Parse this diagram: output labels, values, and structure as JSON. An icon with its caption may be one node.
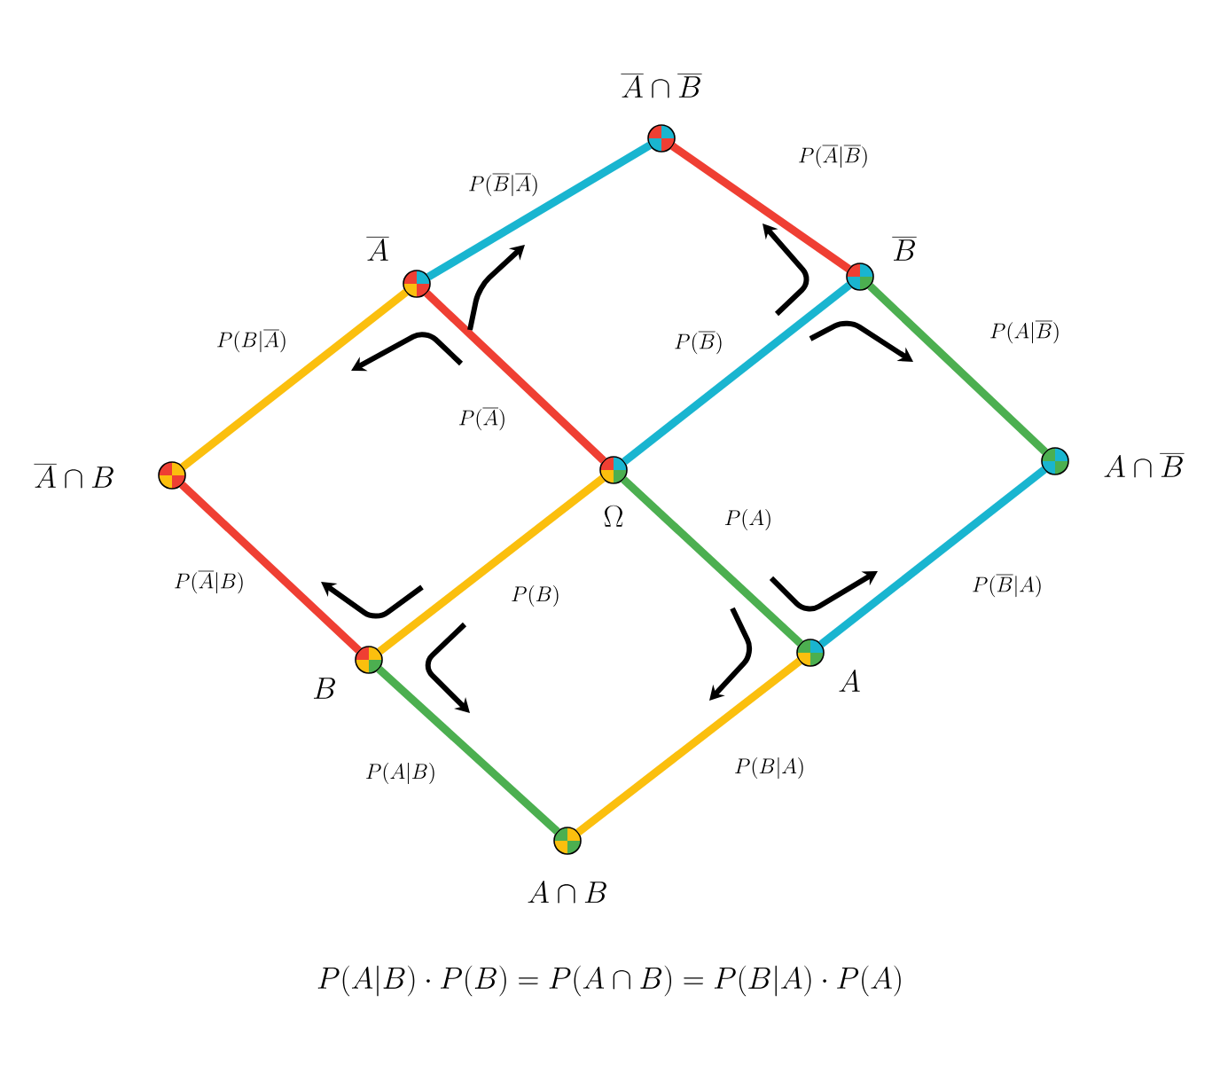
{
  "diagram": {
    "caption": "P(A|B)\\cdot P(B)=P(A\\cap B)=P(B|A)\\cdot P(A)",
    "nodes": [
      {
        "text": [
          "\\overline{A}\\cap\\overline{B}"
        ]
      },
      {
        "text": [
          "\\overline{A}"
        ]
      },
      {
        "text": [
          "\\overline{B}"
        ]
      },
      {
        "text": [
          "\\overline{A}\\cap B"
        ]
      },
      {
        "text": [
          "\\Omega"
        ]
      },
      {
        "text": [
          "A\\cap\\overline{B}"
        ]
      },
      {
        "text": [
          "B"
        ]
      },
      {
        "text": [
          "A"
        ]
      },
      {
        "text": [
          "A\\cap B"
        ]
      }
    ],
    "edges": [
      {
        "from": 0,
        "to": 1,
        "arrow": "none",
        "label": "P(\\overline{B}|\\overline{A})",
        "color": "#19b5d0"
      },
      {
        "from": 0,
        "to": 2,
        "arrow": "none",
        "label": "P(\\overline{A}|\\overline{B})",
        "color": "#ef3f33"
      },
      {
        "from": 1,
        "to": 3,
        "arrow": "none",
        "label": "P(B|\\overline{A})",
        "color": "#fbbf0e"
      },
      {
        "from": 1,
        "to": 4,
        "arrow": "none",
        "label": "P(\\overline{A})",
        "color": "#ef3f33"
      },
      {
        "from": 2,
        "to": 4,
        "arrow": "none",
        "label": "P(\\overline{B})",
        "color": "#19b5d0"
      },
      {
        "from": 2,
        "to": 5,
        "arrow": "none",
        "label": "P(A|\\overline{B})",
        "color": "#4caf50"
      },
      {
        "from": 3,
        "to": 6,
        "arrow": "none",
        "label": "P(\\overline{A}|B)",
        "color": "#ef3f33"
      },
      {
        "from": 4,
        "to": 6,
        "arrow": "none",
        "label": "P(B)",
        "color": "#fbbf0e"
      },
      {
        "from": 4,
        "to": 7,
        "arrow": "none",
        "label": "P(A)",
        "color": "#4caf50"
      },
      {
        "from": 5,
        "to": 7,
        "arrow": "none",
        "label": "P(\\overline{B}|A)",
        "color": "#19b5d0"
      },
      {
        "from": 6,
        "to": 8,
        "arrow": "none",
        "label": "P(A|B)",
        "color": "#4caf50"
      },
      {
        "from": 7,
        "to": 8,
        "arrow": "none",
        "label": "P(B|A)",
        "color": "#fbbf0e"
      }
    ]
  }
}
